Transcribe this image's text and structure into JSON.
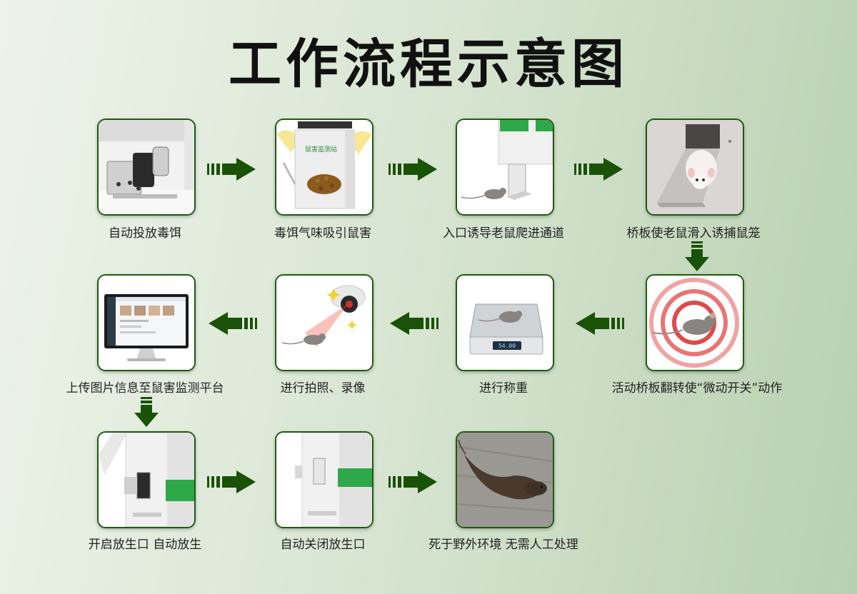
{
  "title": "工作流程示意图",
  "accent": "#1f5a10",
  "arrow_color": "#1a5208",
  "steps": [
    {
      "label": "自动投放毒饵",
      "icon": "bait-dispenser-icon"
    },
    {
      "label": "毒饵气味吸引鼠害",
      "icon": "bait-station-icon"
    },
    {
      "label": "入口诱导老鼠爬进通道",
      "icon": "entry-channel-icon"
    },
    {
      "label": "桥板使老鼠滑入诱捕鼠笼",
      "icon": "bridge-plate-icon"
    },
    {
      "label": "活动桥板翻转使“微动开关”动作",
      "icon": "micro-switch-icon"
    },
    {
      "label": "进行称重",
      "icon": "weighing-scale-icon"
    },
    {
      "label": "进行拍照、录像",
      "icon": "camera-icon"
    },
    {
      "label": "上传图片信息至鼠害监测平台",
      "icon": "monitor-platform-icon"
    },
    {
      "label": "开启放生口 自动放生",
      "icon": "release-door-open-icon"
    },
    {
      "label": "自动关闭放生口",
      "icon": "release-door-closed-icon"
    },
    {
      "label": "死于野外环境 无需人工处理",
      "icon": "dead-rat-icon"
    }
  ],
  "device_label": "鼠害监测站",
  "scale_reading": "54.00"
}
